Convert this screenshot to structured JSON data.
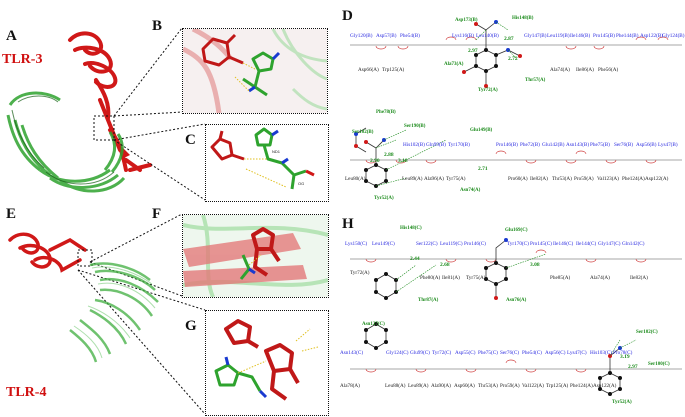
{
  "panels": {
    "A": {
      "letter": "A",
      "receptor": "TLR-3"
    },
    "B": {
      "letter": "B"
    },
    "C": {
      "letter": "C"
    },
    "D": {
      "letter": "D"
    },
    "E": {
      "letter": "E",
      "receptor": "TLR-4"
    },
    "F": {
      "letter": "F"
    },
    "G": {
      "letter": "G"
    },
    "H": {
      "letter": "H"
    }
  },
  "colors": {
    "chainA": "#d01818",
    "chainB": "#2ea32e",
    "hbond": "#e0c020",
    "residue": "#2a2ae0",
    "hydrophobic": "#d04040",
    "distance": "#1a8a1a"
  },
  "plot_D1": {
    "top_residues": [
      "Gly120(B)",
      "Asp57(B)",
      "Phe54(B)",
      "Lys116(B)",
      "Leu140(B)",
      "Gly147(B)",
      "Leu119(B)",
      "Ile146(B)",
      "Pro145(B)",
      "Phe144(B)",
      "Asp122(B)",
      "Gly124(B)"
    ],
    "hbond_residues": [
      "Asp173(B)",
      "His148(B)",
      "Ala73(A)",
      "Tyr72(A)",
      "Thr57(A)"
    ],
    "bottom_residues": [
      "Asp66(A)",
      "Trp125(A)",
      "Ala74(A)",
      "Ile86(A)",
      "Phe56(A)"
    ],
    "distances": [
      "2.97",
      "2.87",
      "2.72"
    ]
  },
  "plot_D2": {
    "top_residues": [
      "Ser102(B)",
      "Phe78(B)",
      "Ser190(B)",
      "Glu149(B)",
      "His102(B)",
      "Gln99(B)",
      "Tyr170(B)",
      "Pro146(B)",
      "Phe72(B)",
      "Glu142(B)",
      "Asn143(B)",
      "Phe75(B)",
      "Ser76(B)",
      "Asp56(B)",
      "Lys47(B)"
    ],
    "bottom_residues": [
      "Leu80(A)",
      "Leu89(A)",
      "Ala96(A)",
      "Tyr75(A)",
      "Pro60(A)",
      "Ile82(A)",
      "Thr53(A)",
      "Pro59(A)",
      "Val123(A)",
      "Phe124(A)",
      "Asp122(A)"
    ],
    "hbond_residues": [
      "Tyr52(A)",
      "Asn74(A)"
    ],
    "distances": [
      "2.90",
      "2.88",
      "3.18",
      "2.71"
    ]
  },
  "plot_H1": {
    "top_residues": [
      "Lys150(C)",
      "Leu149(C)",
      "His148(C)",
      "Ser122(C)",
      "Leu119(C)",
      "Pro146(C)",
      "Glu169(C)",
      "Tyr170(C)",
      "Pro145(C)",
      "Ile146(C)",
      "Ile144(C)",
      "Gly147(C)",
      "Gln142(C)"
    ],
    "bottom_residues": [
      "Tyr72(A)",
      "Phe80(A)",
      "Ile81(A)",
      "Tyr75(A)",
      "Phe85(A)",
      "Ala74(A)",
      "Ile82(A)"
    ],
    "hbond_residues": [
      "Thr87(A)",
      "Asn76(A)"
    ],
    "distances": [
      "2.44",
      "2.68",
      "3.08"
    ]
  },
  "plot_H2": {
    "top_residues": [
      "Asn127(C)",
      "Ser102(C)",
      "Asn143(C)",
      "Gly124(C)",
      "Glu99(C)",
      "Tyr72(C)",
      "Asp55(C)",
      "Phe75(C)",
      "Ser76(C)",
      "Phe54(C)",
      "Asp56(C)",
      "Lys47(C)",
      "His103(C)",
      "Pro78(C)",
      "Ser100(C)"
    ],
    "bottom_residues": [
      "Ala78(A)",
      "Leu88(A)",
      "Leu89(A)",
      "Ala90(A)",
      "Asp60(A)",
      "Thr53(A)",
      "Pro59(A)",
      "Val122(A)",
      "Trp125(A)",
      "Phe124(A)",
      "Asp122(A)"
    ],
    "hbond_residues": [
      "Tyr52(A)"
    ],
    "distances": [
      "3.19",
      "2.97"
    ]
  }
}
